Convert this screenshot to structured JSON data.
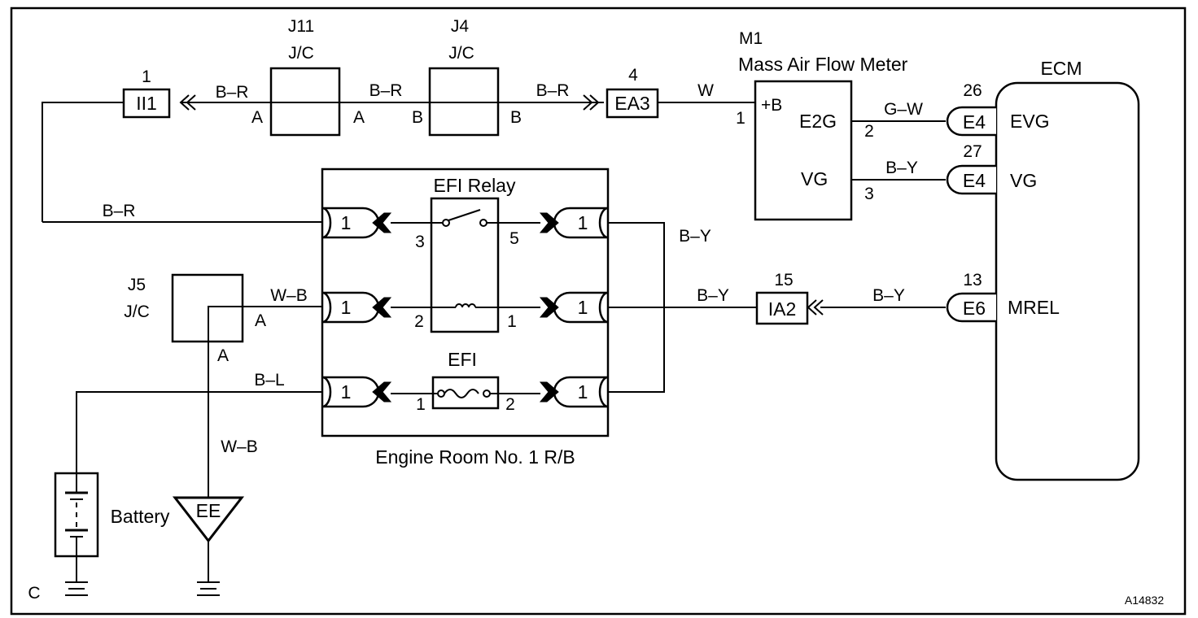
{
  "components": {
    "j11": {
      "name": "J11",
      "type": "J/C"
    },
    "j4": {
      "name": "J4",
      "type": "J/C"
    },
    "j5": {
      "name": "J5",
      "type": "J/C"
    },
    "m1": {
      "name": "M1",
      "title": "Mass Air Flow Meter",
      "plus_b": "+B",
      "e2g": "E2G",
      "vg": "VG"
    },
    "ecm": {
      "name": "ECM",
      "evg": "EVG",
      "vg": "VG",
      "mrel": "MREL"
    },
    "relay_box": {
      "title": "Engine Room No. 1 R/B",
      "efi_relay": "EFI Relay",
      "efi_fuse": "EFI"
    },
    "battery": {
      "label": "Battery"
    },
    "ground": {
      "label": "EE"
    }
  },
  "connectors": {
    "ii1": {
      "id": "II1",
      "pin": "1"
    },
    "ea3": {
      "id": "EA3",
      "pin": "4"
    },
    "ia2": {
      "id": "IA2",
      "pin": "15"
    },
    "e4_evg": {
      "id": "E4",
      "pin": "26"
    },
    "e4_vg": {
      "id": "E4",
      "pin": "27"
    },
    "e6": {
      "id": "E6",
      "pin": "13"
    },
    "rb_pin": "1"
  },
  "wires": {
    "br": "B–R",
    "w": "W",
    "gw": "G–W",
    "by": "B–Y",
    "wb": "W–B",
    "bl": "B–L"
  },
  "pins": {
    "a": "A",
    "b": "B",
    "p1": "1",
    "p2": "2",
    "p3": "3",
    "p5": "5"
  },
  "corner_c": "C",
  "figure_code": "A14832"
}
